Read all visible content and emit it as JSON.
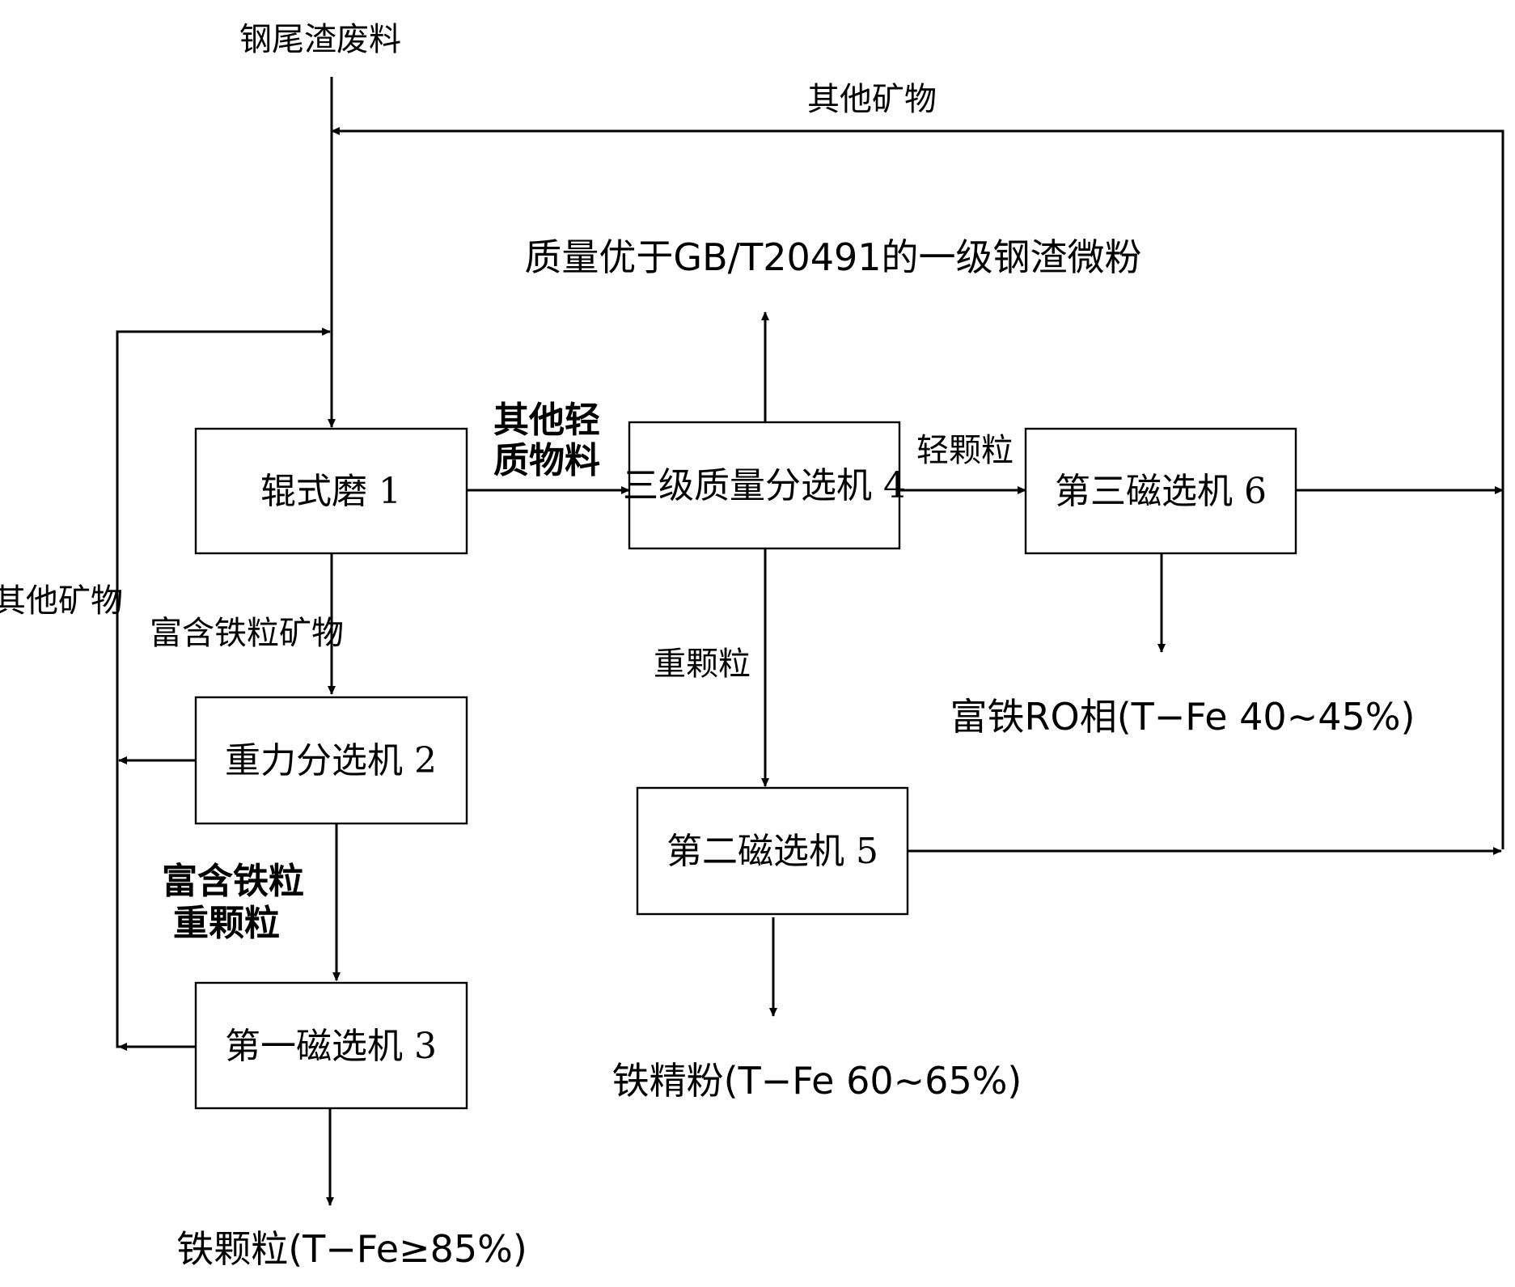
{
  "input": {
    "label": "钢尾渣废料"
  },
  "nodes": {
    "roller_mill": "辊式磨 1",
    "gravity_separator": "重力分选机 2",
    "first_magnetic": "第一磁选机 3",
    "three_stage_separator": "三级质量分选机 4",
    "second_magnetic": "第二磁选机 5",
    "third_magnetic": "第三磁选机 6"
  },
  "edges": {
    "other_minerals_top": "其他矿物",
    "other_minerals_left": "其他矿物",
    "iron_rich_minerals": "富含铁粒矿物",
    "other_light_line1": "其他轻",
    "other_light_line2": "质物料",
    "iron_heavy_line1": "富含铁粒",
    "iron_heavy_line2": "重颗粒",
    "light_particles": "轻颗粒",
    "heavy_particles": "重颗粒"
  },
  "outputs": {
    "slag_powder": "质量优于GB/T20491的一级钢渣微粉",
    "iron_particles": "铁颗粒(T−Fe≥85%)",
    "iron_concentrate": "铁精粉(T−Fe 60~65%)",
    "iron_rich_ro": "富铁RO相(T−Fe 40~45%)"
  },
  "style": {
    "line_color": "#000000",
    "background": "#ffffff"
  }
}
